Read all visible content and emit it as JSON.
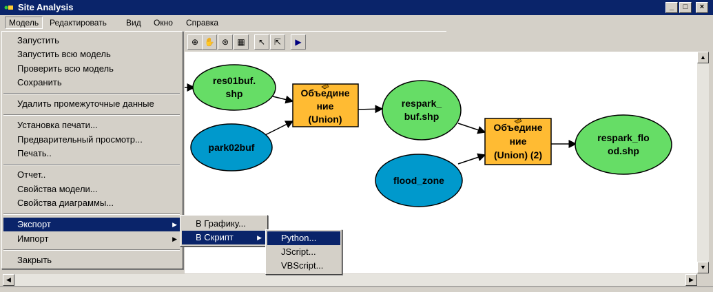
{
  "window": {
    "title": "Site Analysis",
    "min": "_",
    "max": "□",
    "close": "×"
  },
  "menubar": [
    "Модель",
    "Редактировать",
    "Вид",
    "Окно",
    "Справка"
  ],
  "model_menu": {
    "items": [
      {
        "label": "Запустить"
      },
      {
        "label": "Запустить всю модель"
      },
      {
        "label": "Проверить всю модель"
      },
      {
        "label": "Сохранить"
      },
      {
        "label": "Удалить промежуточные данные"
      },
      {
        "label": "Установка печати..."
      },
      {
        "label": "Предварительный просмотр..."
      },
      {
        "label": "Печать.."
      },
      {
        "label": "Отчет.."
      },
      {
        "label": "Свойства модели..."
      },
      {
        "label": "Свойства диаграммы..."
      },
      {
        "label": "Экспорт"
      },
      {
        "label": "Импорт"
      },
      {
        "label": "Закрыть"
      }
    ]
  },
  "export_menu": {
    "items": [
      {
        "label": "В Графику..."
      },
      {
        "label": "В Скрипт"
      }
    ]
  },
  "script_menu": {
    "items": [
      {
        "label": "Python..."
      },
      {
        "label": "JScript..."
      },
      {
        "label": "VBScript..."
      }
    ]
  },
  "toolbar": {
    "icons": [
      "zoom-in-icon",
      "pan-hand-icon",
      "full-extent-icon",
      "grid-icon",
      "select-pointer-icon",
      "connect-icon",
      "run-icon"
    ],
    "glyphs": [
      "⊕",
      "✋",
      "⊛",
      "▦",
      "↖",
      "⇱",
      "▶"
    ]
  },
  "diagram": {
    "nodes": {
      "res01buf": [
        "res01buf.",
        "shp"
      ],
      "park02buf": [
        "park02buf"
      ],
      "union1": [
        "Объедине",
        "ние",
        "(Union)"
      ],
      "respark_buf": [
        "respark_",
        "buf.shp"
      ],
      "flood_zone": [
        "flood_zone"
      ],
      "union2": [
        "Объедине",
        "ние",
        "(Union) (2)"
      ],
      "respark_flood": [
        "respark_flo",
        "od.shp"
      ]
    },
    "colors": {
      "output_green": "#66dd66",
      "input_blue": "#0099cc",
      "tool_yellow": "#ffbb33",
      "menu_highlight": "#0a246a",
      "title_bar": "#0a246a"
    }
  }
}
